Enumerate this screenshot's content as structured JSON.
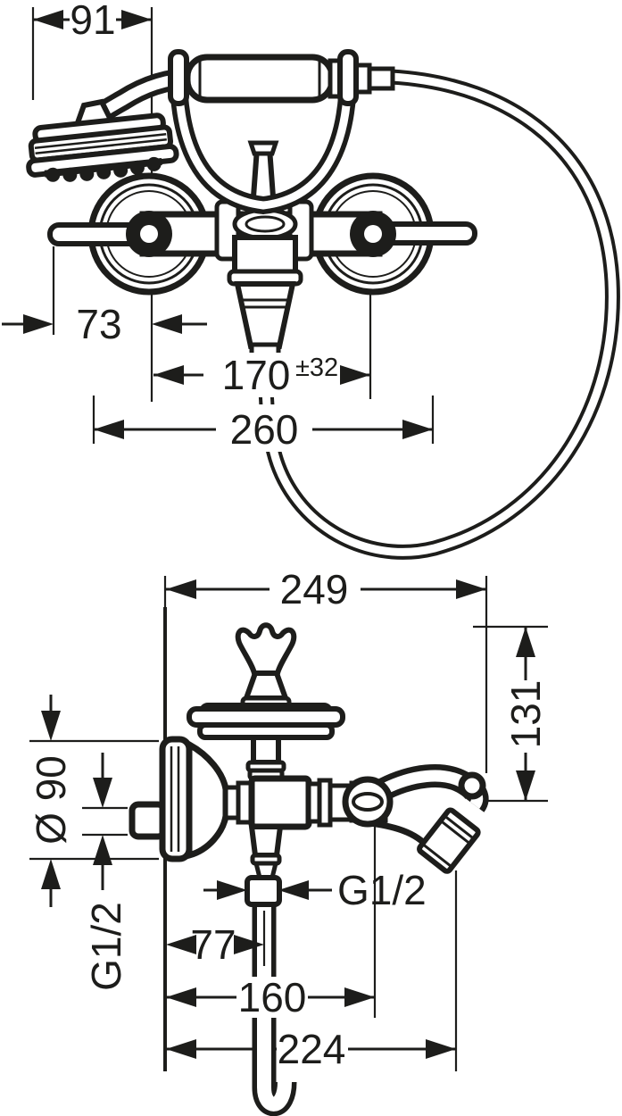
{
  "colors": {
    "background": "#ffffff",
    "line": "#1d1d1b"
  },
  "drawing_type": "technical dimension drawing, bath mixer with hand shower",
  "front_view": {
    "name": "front view",
    "dims": {
      "shower_head_offset": {
        "label": "91"
      },
      "handle_reach": {
        "label": "73"
      },
      "valve_spacing": {
        "label": "170",
        "tolerance": "±32"
      },
      "overall_width": {
        "label": "260"
      }
    }
  },
  "side_view": {
    "name": "side view",
    "dims": {
      "reach_overall": {
        "label": "249"
      },
      "height_handle_to_spout": {
        "label": "131"
      },
      "escutcheon_diameter": {
        "label": "Ø 90"
      },
      "wall_connection_thread": {
        "label": "G1/2"
      },
      "hose_connection_thread": {
        "label": "G1/2"
      },
      "hose_axis_offset": {
        "label": "77"
      },
      "spout_axis_offset": {
        "label": "160"
      },
      "spout_reach": {
        "label": "224"
      }
    }
  }
}
